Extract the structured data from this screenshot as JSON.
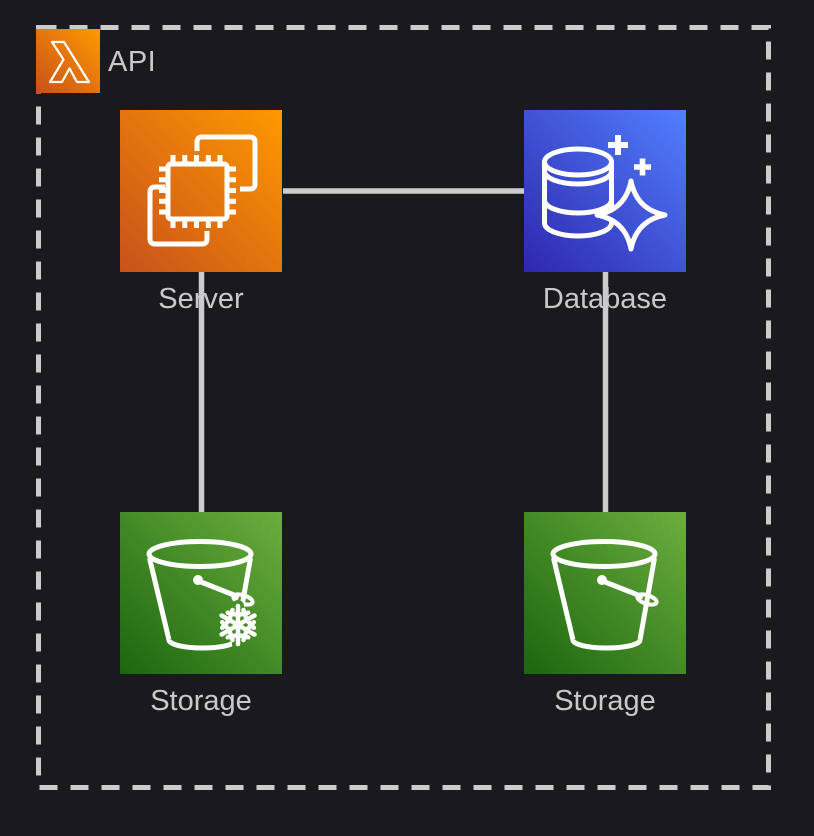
{
  "diagram": {
    "group": {
      "label": "API",
      "icon": "lambda-icon"
    },
    "nodes": [
      {
        "id": "server",
        "label": "Server",
        "icon": "compute-chip-icon",
        "gradient": [
          "#C8511B",
          "#FF9900"
        ]
      },
      {
        "id": "database",
        "label": "Database",
        "icon": "database-sparkle-icon",
        "gradient": [
          "#2E27AD",
          "#527FFF"
        ]
      },
      {
        "id": "storage-a",
        "label": "Storage",
        "icon": "bucket-snowflake-icon",
        "gradient": [
          "#1B660F",
          "#6CAE3E"
        ]
      },
      {
        "id": "storage-b",
        "label": "Storage",
        "icon": "bucket-icon",
        "gradient": [
          "#1B660F",
          "#6CAE3E"
        ]
      }
    ],
    "edges": [
      {
        "from": "server",
        "to": "database"
      },
      {
        "from": "server",
        "to": "storage-a"
      },
      {
        "from": "database",
        "to": "storage-b"
      }
    ],
    "colors": {
      "background": "#1a1a1e",
      "border": "#cccccc",
      "connector": "#cccccc",
      "label_text": "#c9c9c9",
      "glyph": "#ffffff"
    }
  }
}
